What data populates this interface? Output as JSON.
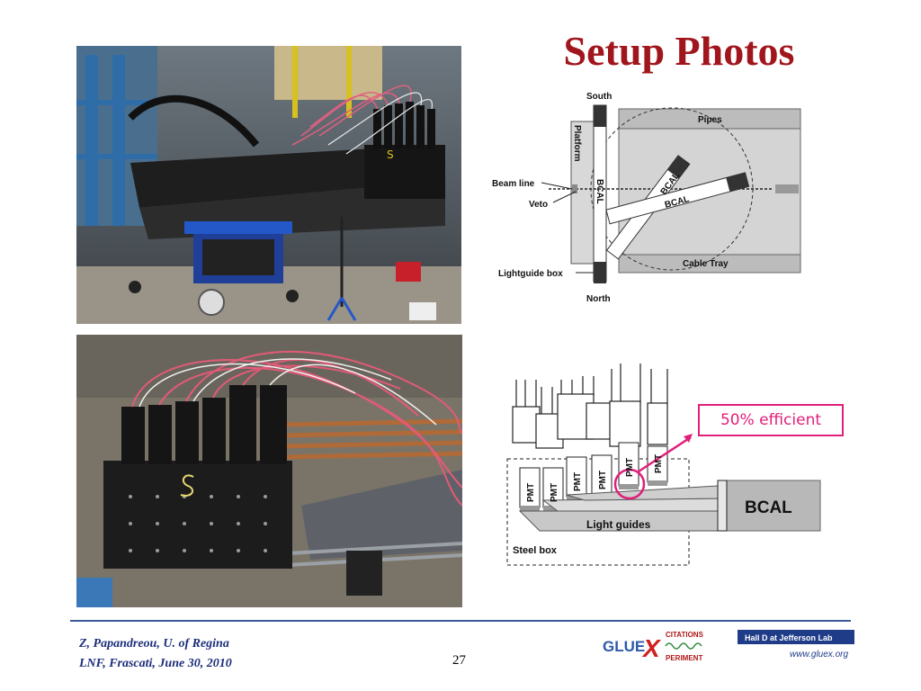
{
  "slide": {
    "title": "Setup Photos",
    "page_number": "27",
    "footer": {
      "line1": "Z, Papandreou, U. of Regina",
      "line2": "LNF, Frascati, June 30, 2010"
    }
  },
  "top_diagram": {
    "south": "South",
    "north": "North",
    "platform": "Platform",
    "pipes": "Pipes",
    "beam_line": "Beam line",
    "veto": "Veto",
    "bcal_vertical": "BCAL",
    "bcal_a": "BCAL",
    "bcal_b": "BCAL",
    "cable_tray": "Cable Tray",
    "lightguide_box": "Lightguide box"
  },
  "bottom_diagram": {
    "pmt": "PMT",
    "bcal": "BCAL",
    "light_guides": "Light guides",
    "steel_box": "Steel box"
  },
  "callout": {
    "text": "50% efficient"
  },
  "photo_labels": {
    "box_mark": "S"
  },
  "logos": {
    "gluex_prefix": "GLUE",
    "gluex_x": "X",
    "gluex_top": "CITATIONS",
    "gluex_bottom": "PERIMENT",
    "halld": "Hall D at Jefferson Lab",
    "halld_url": "www.gluex.org"
  },
  "colors": {
    "title": "#a0161c",
    "accent": "#e0207a",
    "footer": "#1d2e7a"
  }
}
